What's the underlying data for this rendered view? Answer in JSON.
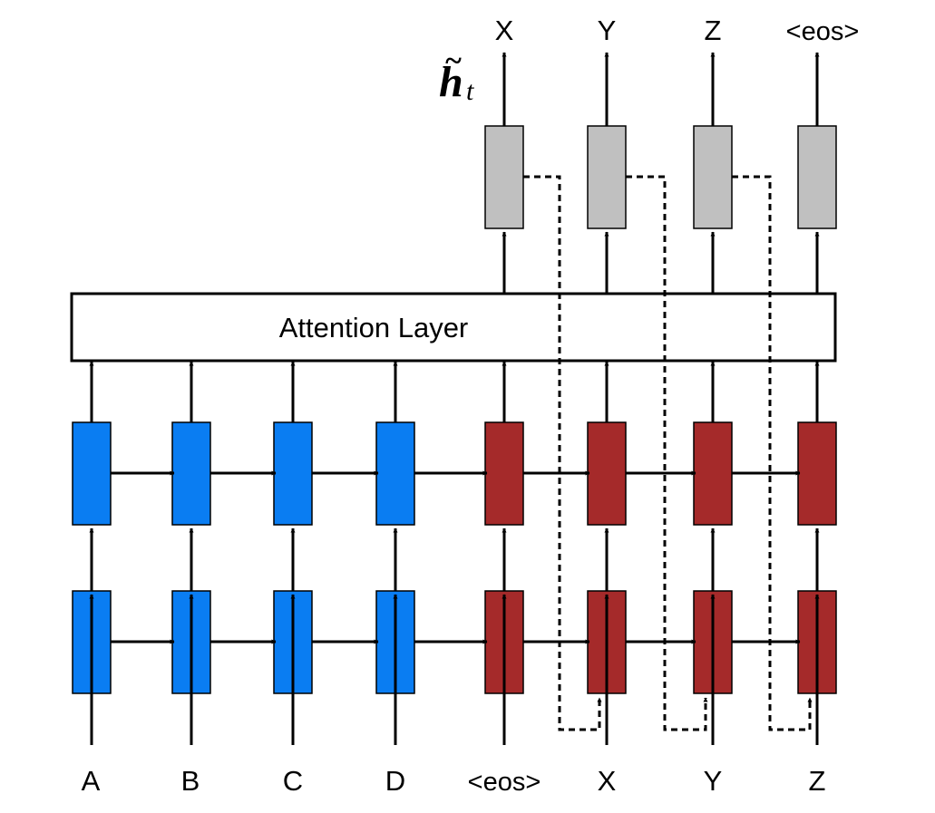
{
  "attention_label": "Attention Layer",
  "source_tokens": [
    "A",
    "B",
    "C",
    "D"
  ],
  "decoder_inputs": [
    "<eos>",
    "X",
    "Y",
    "Z"
  ],
  "outputs": [
    "X",
    "Y",
    "Z",
    "<eos>"
  ],
  "hidden_state_symbol": "h",
  "hidden_state_tilde": "~",
  "hidden_state_subscript": "t",
  "colors": {
    "encoder": "#0a7df2",
    "decoder": "#a52a2a",
    "attentional": "#c0c0c0",
    "stroke": "#000000"
  }
}
